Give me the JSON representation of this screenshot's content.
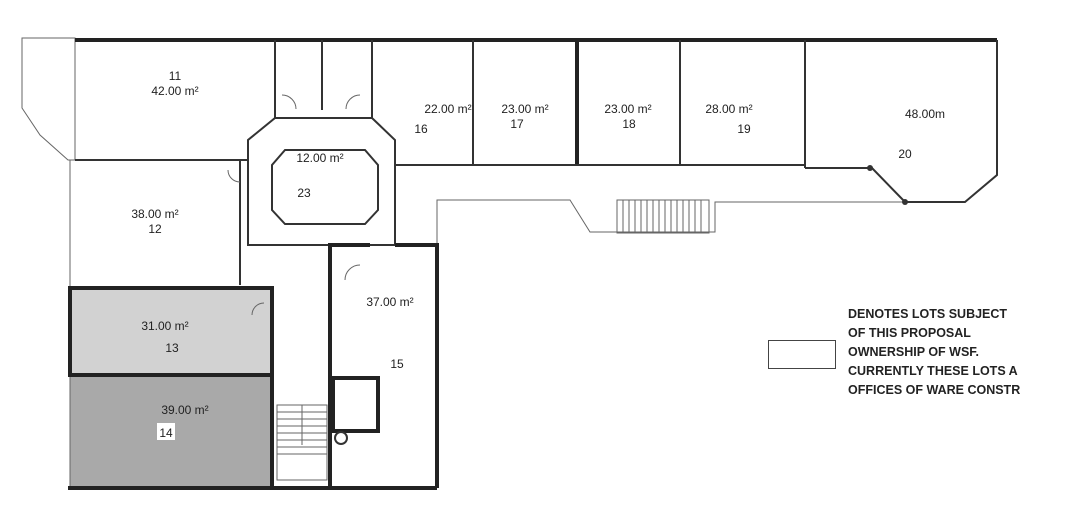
{
  "rooms": [
    {
      "id": "11",
      "area": "42.00 m²"
    },
    {
      "id": "12",
      "area": "38.00 m²"
    },
    {
      "id": "13",
      "area": "31.00 m²"
    },
    {
      "id": "14",
      "area": "39.00 m²"
    },
    {
      "id": "15",
      "area": "37.00 m²"
    },
    {
      "id": "16",
      "area": "22.00 m²"
    },
    {
      "id": "17",
      "area": "23.00 m²"
    },
    {
      "id": "18",
      "area": "23.00 m²"
    },
    {
      "id": "19",
      "area": "28.00 m²"
    },
    {
      "id": "20",
      "area": "48.00m"
    },
    {
      "id": "23",
      "area": "12.00 m²"
    }
  ],
  "legend": {
    "lines": [
      "DENOTES LOTS SUBJECT",
      "OF THIS PROPOSAL",
      "OWNERSHIP OF WSF.",
      "CURRENTLY THESE LOTS A",
      "OFFICES OF WARE CONSTR"
    ]
  },
  "colors": {
    "lot13": "#d2d2d2",
    "lot14": "#a9a9a9",
    "wall": "#333333"
  }
}
